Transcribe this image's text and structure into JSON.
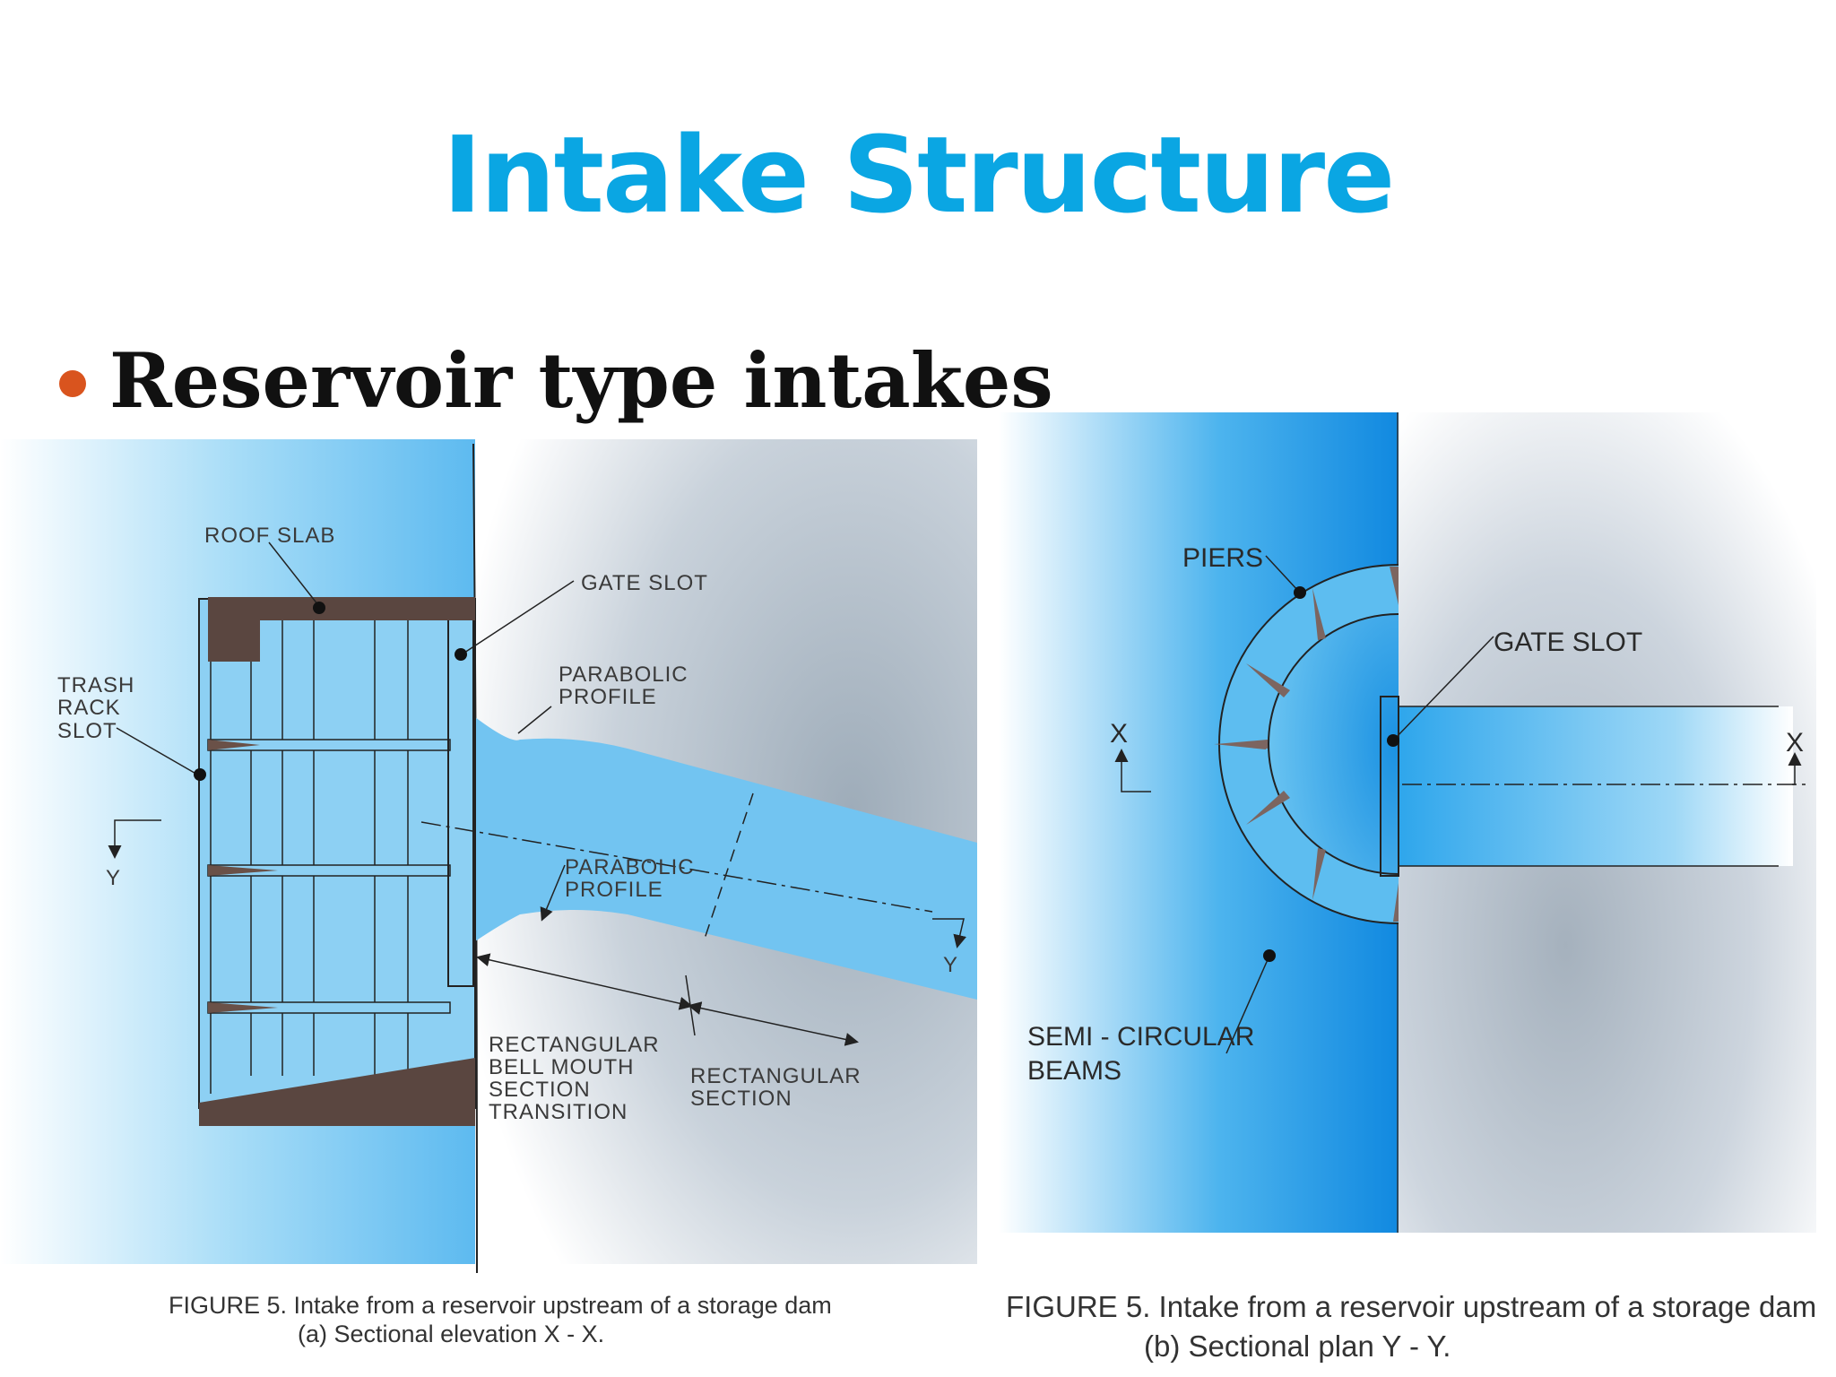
{
  "slide": {
    "title": "Intake Structure",
    "bullet": "Reservoir type intakes"
  },
  "figure_a": {
    "labels": {
      "roof_slab": "ROOF SLAB",
      "gate_slot": "GATE SLOT",
      "trash_rack_slot": [
        "TRASH",
        "RACK",
        "SLOT"
      ],
      "parabolic_profile_top": [
        "PARABOLIC",
        "PROFILE"
      ],
      "parabolic_profile_bottom": [
        "PARABOLIC",
        "PROFILE"
      ],
      "y_left": "Y",
      "y_right": "Y",
      "bell_mouth": [
        "RECTANGULAR",
        "BELL MOUTH",
        "SECTION",
        "TRANSITION"
      ],
      "rect_section": [
        "RECTANGULAR",
        "SECTION"
      ]
    },
    "caption_line1": "FIGURE 5.  Intake from a reservoir upstream of a storage dam",
    "caption_line2": "(a) Sectional elevation X - X."
  },
  "figure_b": {
    "labels": {
      "piers": "PIERS",
      "gate_slot": "GATE SLOT",
      "x_left": "X",
      "x_right": "X",
      "semi_circular_beams": [
        "SEMI - CIRCULAR",
        "BEAMS"
      ]
    },
    "caption_line1": "FIGURE 5.  Intake from a reservoir upstream of a storage dam",
    "caption_line2": "(b) Sectional plan Y - Y."
  },
  "colors": {
    "title": "#0aa6e3",
    "bullet": "#d9541e",
    "water": "#6fc3ef",
    "concrete": "#5a4640"
  }
}
